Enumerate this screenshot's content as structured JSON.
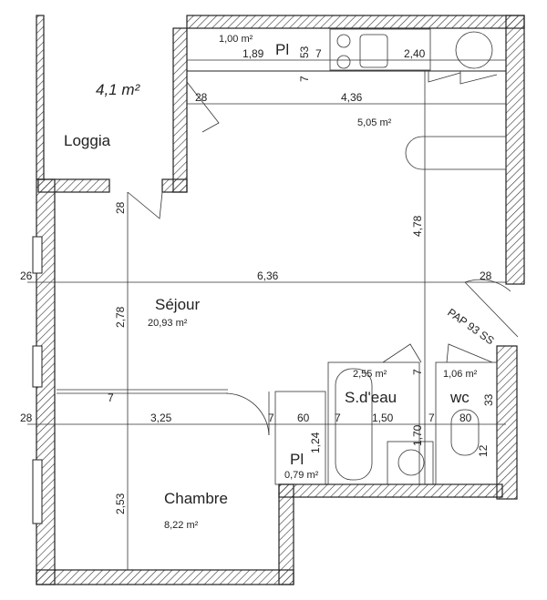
{
  "title": "Floor plan",
  "rooms": {
    "loggia": {
      "name": "Loggia",
      "area": "4,1 m²"
    },
    "kitchen": {
      "area": "5,05 m²"
    },
    "placard_top": {
      "name": "Pl",
      "area": "1,00 m²"
    },
    "sejour": {
      "name": "Séjour",
      "area": "20,93 m²"
    },
    "sdeau": {
      "name": "S.d'eau",
      "area": "2,55 m²"
    },
    "wc": {
      "name": "wc",
      "area": "1,06 m²"
    },
    "placard_bottom": {
      "name": "Pl",
      "area": "0,79 m²"
    },
    "chambre": {
      "name": "Chambre",
      "area": "8,22 m²"
    }
  },
  "annotations": {
    "pap": "PAP 93 SS"
  },
  "dimensions": {
    "d189": "1,89",
    "d53": "53",
    "d7a": "7",
    "d240": "2,40",
    "d7b": "7",
    "d28a": "28",
    "d436": "4,36",
    "d28b": "28",
    "d478": "4,78",
    "d26": "26",
    "d636": "6,36",
    "d28c": "28",
    "d278": "2,78",
    "d7c": "7",
    "d7d": "7",
    "d28d": "28",
    "d325": "3,25",
    "d7e": "7",
    "d60": "60",
    "d7f": "7",
    "d150": "1,50",
    "d170": "1,70",
    "d7g": "7",
    "d80": "80",
    "d33": "33",
    "d124": "1,24",
    "d12": "12",
    "d253": "2,53"
  }
}
